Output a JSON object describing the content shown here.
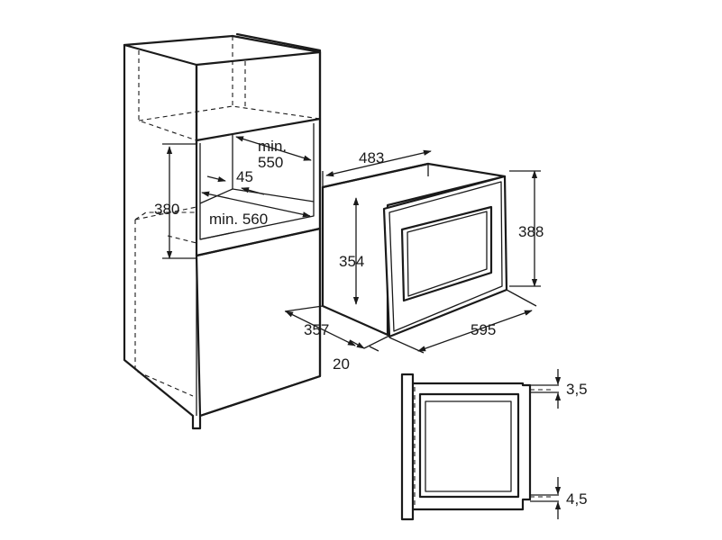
{
  "dimensions": {
    "niche_depth_min_value": "min.",
    "niche_depth_min_number": "550",
    "offset_45": "45",
    "niche_width_min": "min. 560",
    "niche_height": "380",
    "oven_depth": "483",
    "oven_height_total": "388",
    "oven_body_height": "354",
    "oven_body_depth": "357",
    "front_thickness": "20",
    "oven_width": "595",
    "top_gap": "3,5",
    "bottom_gap": "4,5"
  }
}
